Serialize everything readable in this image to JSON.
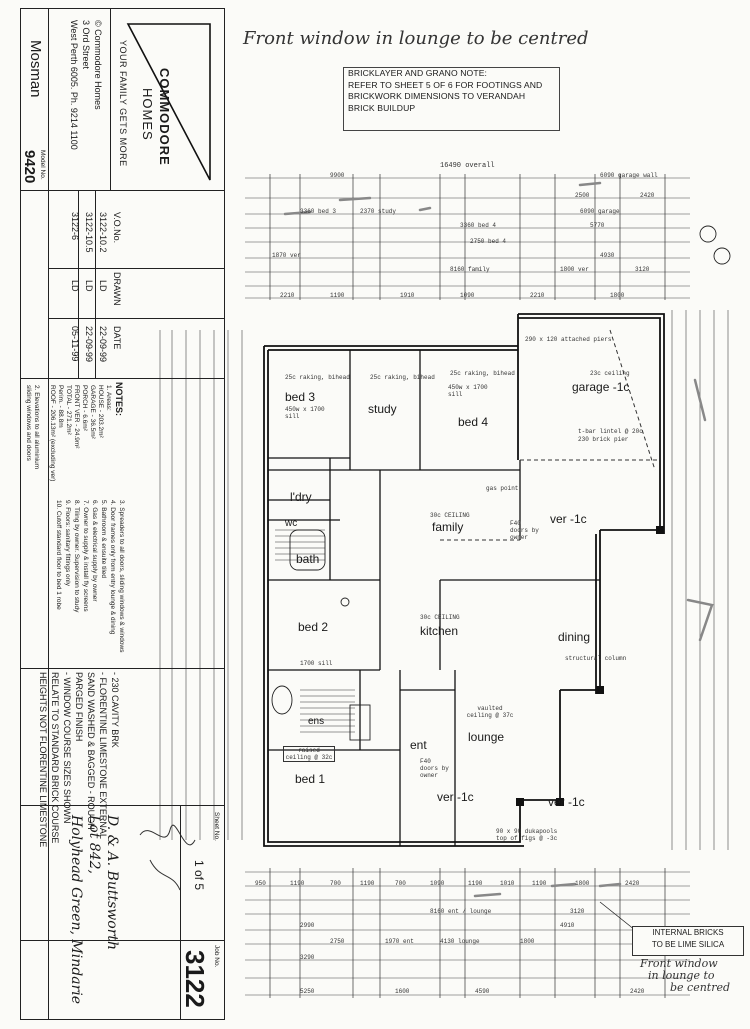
{
  "handwritten_top_note": "Front window in lounge to be centred",
  "bricklayer_note": [
    "BRICKLAYER AND GRANO NOTE:",
    "REFER TO SHEET 5 OF 6 FOR FOOTINGS AND",
    "BRICKWORK DIMENSIONS TO VERANDAH",
    "BRICK BUILDUP"
  ],
  "lime_silica_note": [
    "INTERNAL BRICKS",
    "TO BE LIME SILICA"
  ],
  "handwritten_bottom_note": [
    "Front window",
    "in lounge to",
    "be centred"
  ],
  "title_block": {
    "company_logo_text": [
      "COMMODORE",
      "HOMES"
    ],
    "tagline": "YOUR FAMILY GETS MORE",
    "company_address": [
      "© Commodore Homes",
      "3 Ord Street",
      "West Perth 6005. Ph. 9214 1100"
    ],
    "model_label": "Model No.",
    "model_number": "9420",
    "model_name": "Mosman",
    "revision_headers": [
      "V.O.No.",
      "DRAWN",
      "DATE"
    ],
    "revisions": [
      {
        "vo": "3122-10.2",
        "drawn": "LD",
        "date": "22-09-99"
      },
      {
        "vo": "3122-10.5",
        "drawn": "LD",
        "date": "22-09-99"
      },
      {
        "vo": "3122-6",
        "drawn": "LD",
        "date": "05-11-99"
      }
    ],
    "notes_heading": "NOTES:",
    "area_notes": [
      "1. Areas:",
      "HOUSE - 203.2m²",
      "GARAGE - 36.5m²",
      "PORCH - 6.6m²",
      "FRONT VER - 24.9m²",
      "TOTAL - 271.2m²",
      "Perim. - 88.8m",
      "ROOF - 206.13m² (excluding ver)",
      "2. Elevations to all aluminium",
      "sliding windows and doors"
    ],
    "general_notes": [
      "3. Spreaders to all doors, sliding windows & windows",
      "4. Door frames only from entry lounge & dining",
      "5. Bathroom & ensuite tiled",
      "6. Gas & electrical supply by owner",
      "7. Owner to supply & install fly screens",
      "8. Tiling by owner. Supervision to study",
      "9. Floors: sanitary fittings only",
      "10. Cutoff standard floor to bed 1 robe"
    ],
    "spec_notes": [
      "- 230 CAVITY BRK",
      "- FLORENTINE LIMESTONE EXTERNAL",
      "SAND WASHED & BAGGED - ROUGH",
      "PARGED FINISH",
      "- WINDOW COURSE SIZES SHOWN",
      "RELATE TO STANDARD BRICK COURSE",
      "HEIGHTS NOT FLORENTINE LIMESTONE"
    ],
    "client_name": "D. & A. Buttsworth",
    "lot": "Lot 842,",
    "address": "Holyhead Green, Mindarie",
    "sheet_label": "Sheet No.",
    "sheet": "1 of 5",
    "job_label": "Job No.",
    "job_number": "3122"
  },
  "rooms": {
    "bed3": "bed 3",
    "study": "study",
    "bed4": "bed 4",
    "garage": "garage -1c",
    "family": "family",
    "ver_top": "ver -1c",
    "ldry": "l'dry",
    "wc": "wc",
    "bath": "bath",
    "bed2": "bed 2",
    "kitchen": "kitchen",
    "dining": "dining",
    "ens": "ens",
    "ent": "ent",
    "lounge": "lounge",
    "bed1": "bed 1",
    "ver_bottom_left": "ver -1c",
    "ver_bottom_right": "ver -1c"
  },
  "room_notes": {
    "bed3_ceiling": "25c raking, bihead",
    "study_ceiling": "25c raking, bihead",
    "bed4_ceiling": "25c raking, bihead",
    "garage_ceiling": "23c ceiling",
    "garage_piers": "290 x 120 attached piers",
    "family_ceiling": "30c CEILING",
    "kitchen_ceiling": "30c CEILING",
    "lounge_ceiling": "vaulted ceiling @ 37c",
    "bed1_ceiling": "raised ceiling @ 32c",
    "gas_point": "gas point",
    "bed3_window": "450w x 1700 sill",
    "bed2_window": "1700 sill",
    "bed4_window": "450w x 1700 sill",
    "garage_lintel": "t-bar lintel @ 20c",
    "garage_brick": "230 brick pier",
    "structural_column": "structural column",
    "sliding_doors": "F40 doors by owner",
    "dukapools": "90 x 90 dukapools top of figs @ -3c",
    "ent_doors": "F40 doors by owner"
  },
  "dims_top": [
    "9900",
    "6090 garage wall",
    "2500",
    "2420",
    "6090 garage",
    "3360 bed 3",
    "2370 study",
    "3360 bed 4",
    "5770",
    "2750 bed 4",
    "4930",
    "1870 ver",
    "8160 family",
    "1800 ver",
    "3120",
    "2210",
    "1190",
    "1910",
    "1090",
    "2210",
    "1800"
  ],
  "dims_bottom": [
    "950",
    "1190",
    "700",
    "1190",
    "700",
    "1090",
    "1190",
    "1010",
    "1190",
    "1800",
    "2420",
    "3120",
    "8160 ent / lounge",
    "4910",
    "2990",
    "2750",
    "1970 ent",
    "4130 lounge",
    "1800",
    "3290",
    "5250",
    "1600",
    "4590",
    "2420"
  ],
  "dims_overall": "16490 overall"
}
